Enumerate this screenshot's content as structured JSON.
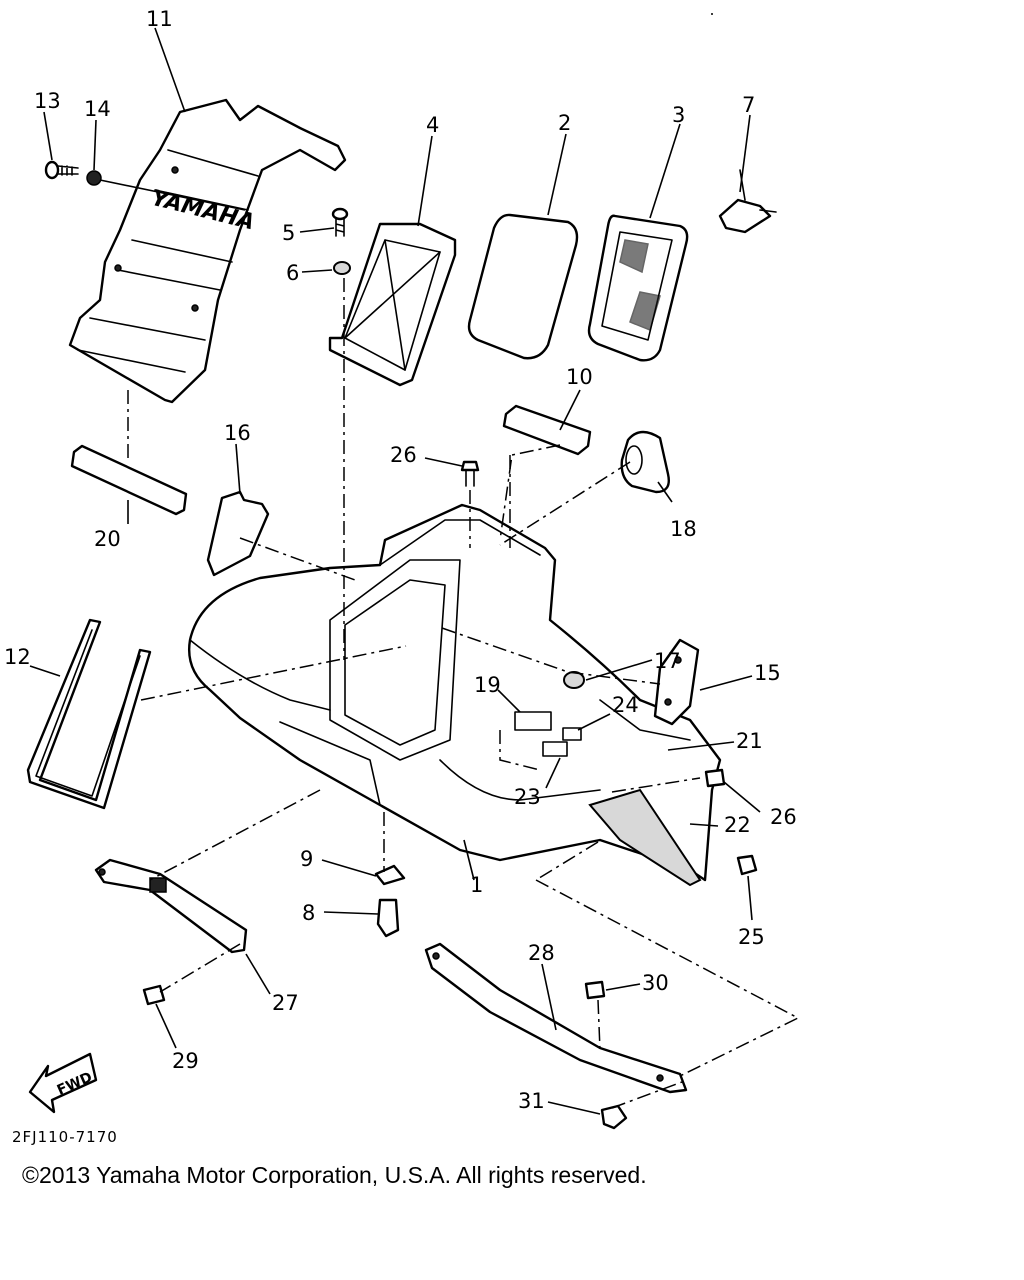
{
  "diagram": {
    "part_numbers": [
      "1",
      "2",
      "3",
      "4",
      "5",
      "6",
      "7",
      "8",
      "9",
      "10",
      "11",
      "12",
      "13",
      "14",
      "15",
      "16",
      "17",
      "18",
      "19",
      "20",
      "21",
      "22",
      "23",
      "24",
      "25",
      "26",
      "26",
      "27",
      "28",
      "29",
      "30",
      "31"
    ],
    "embossed_text": "YAMAHA",
    "direction_marker": "FWD",
    "drawing_code": "2FJ110-7170"
  },
  "footer": {
    "copyright": "©2013 Yamaha Motor Corporation, U.S.A. All rights reserved."
  }
}
